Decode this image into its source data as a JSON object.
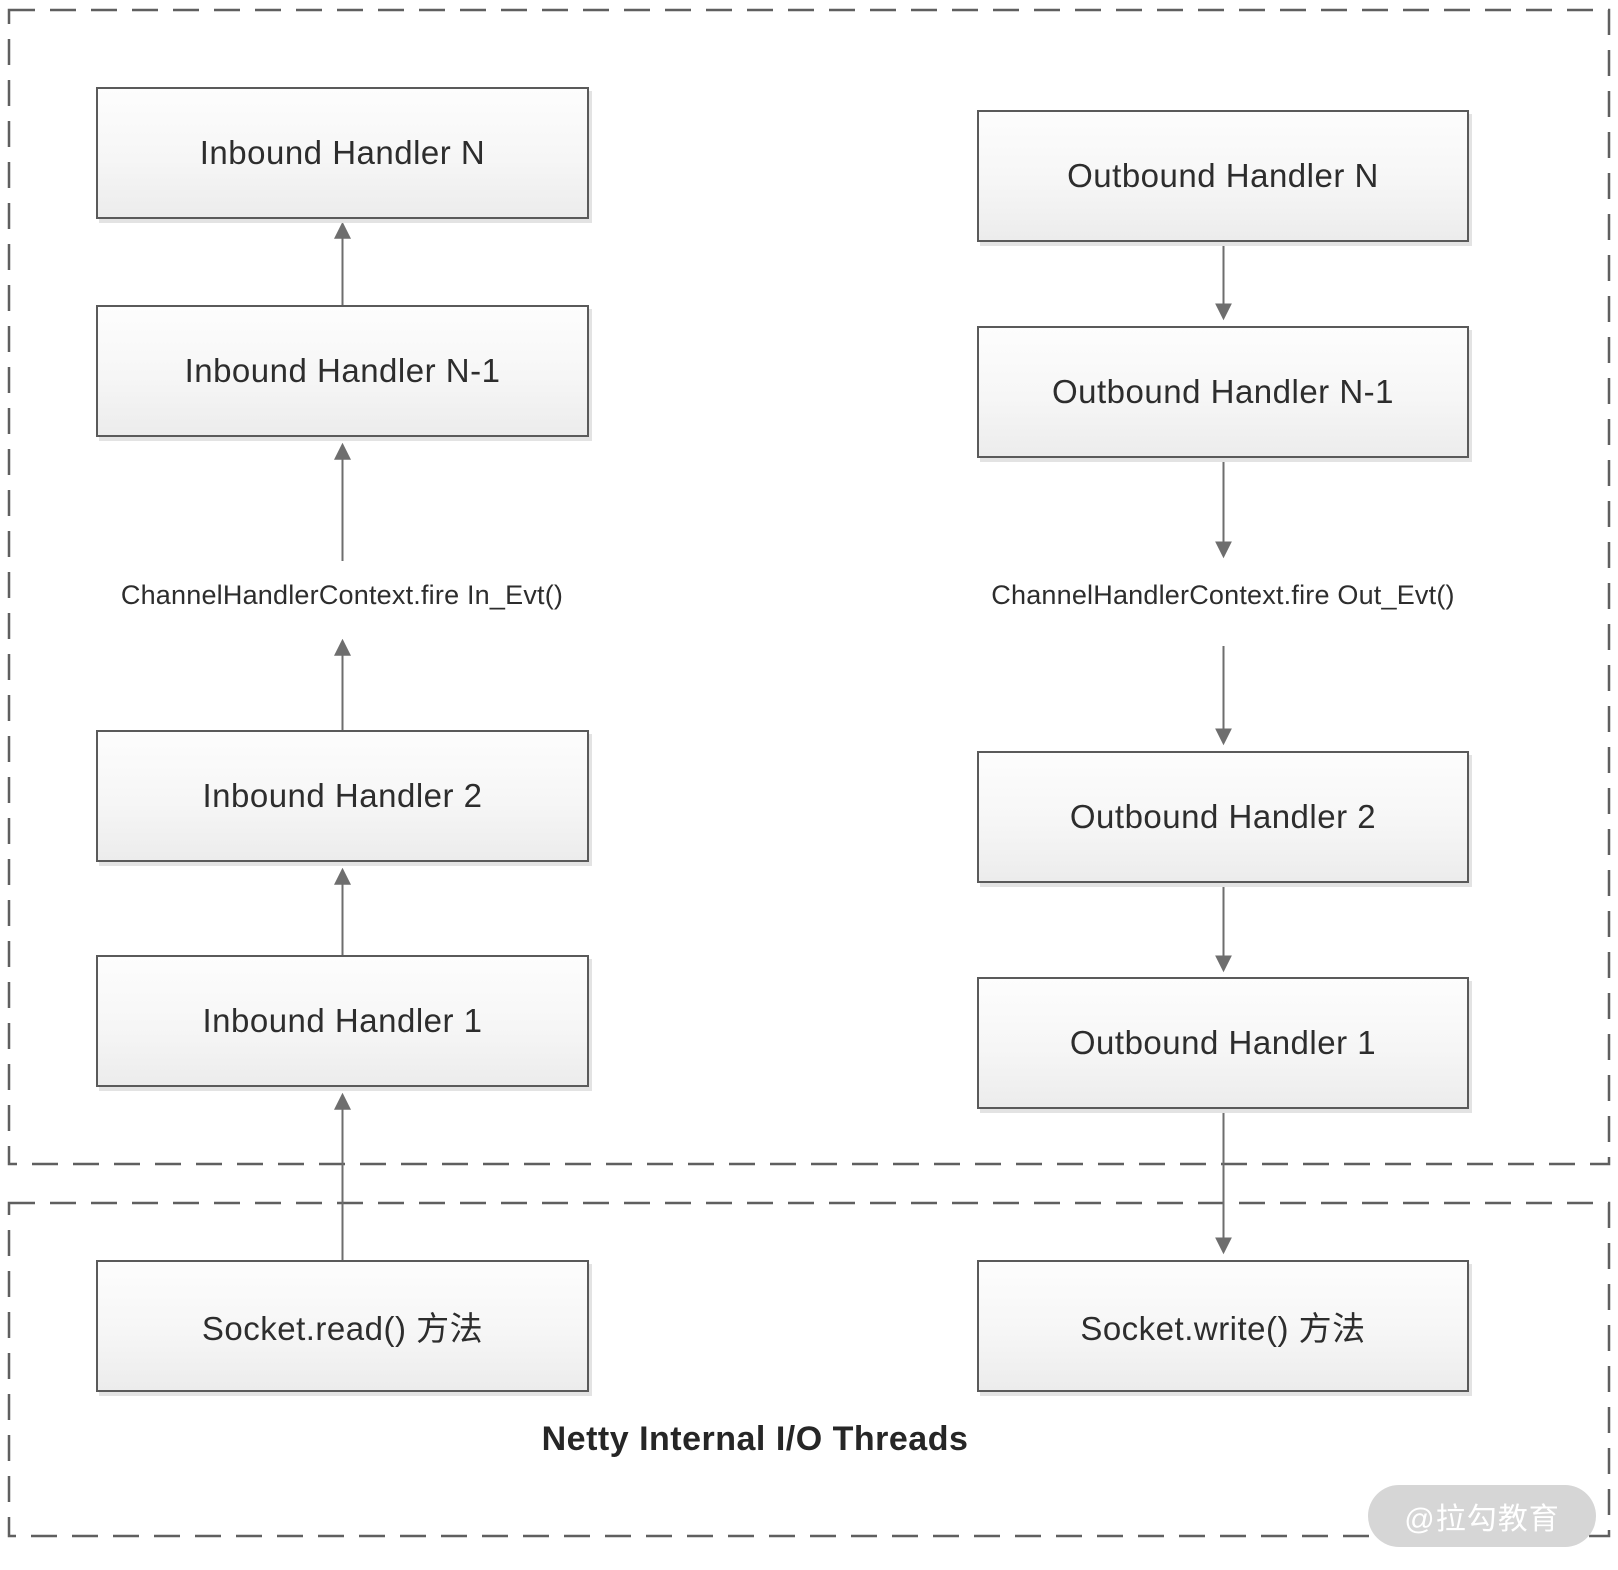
{
  "pipeline": {
    "inbound": {
      "handler_n": "Inbound Handler N",
      "handler_n1": "Inbound Handler N-1",
      "event_label": "ChannelHandlerContext.fire In_Evt()",
      "handler_2": "Inbound Handler 2",
      "handler_1": "Inbound Handler 1",
      "socket": "Socket.read() 方法"
    },
    "outbound": {
      "handler_n": "Outbound Handler N",
      "handler_n1": "Outbound Handler N-1",
      "event_label": "ChannelHandlerContext.fire Out_Evt()",
      "handler_2": "Outbound Handler 2",
      "handler_1": "Outbound Handler 1",
      "socket": "Socket.write() 方法"
    }
  },
  "footer": {
    "title": "Netty Internal I/O Threads",
    "watermark": "@拉勾教育"
  },
  "colors": {
    "box_border": "#5a5a5a",
    "box_fill_top": "#fdfdfd",
    "box_fill_bottom": "#ececec",
    "arrow": "#6e6e6e",
    "dashed_border": "#5f5f5f",
    "text": "#2d2d2d",
    "watermark_bg": "#d6d6d6",
    "watermark_text": "#ffffff"
  }
}
